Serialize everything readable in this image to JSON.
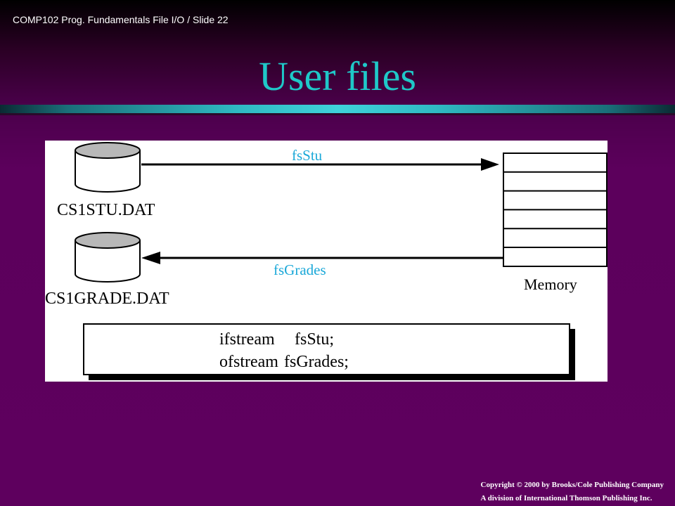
{
  "slide": {
    "header": "COMP102 Prog. Fundamentals File I/O / Slide 22",
    "title": "User files"
  },
  "diagram": {
    "input_file": "CS1STU.DAT",
    "output_file": "CS1GRADE.DAT",
    "input_stream": "fsStu",
    "output_stream": "fsGrades",
    "memory_label": "Memory",
    "code_line_1_keyword": "ifstream",
    "code_line_1_name": "fsStu;",
    "code_line_2_keyword": "ofstream",
    "code_line_2_name": "fsGrades;"
  },
  "footer": {
    "copyright_line_1": "Copyright © 2000 by Brooks/Cole Publishing Company",
    "copyright_line_2": "A division of International Thomson Publishing Inc."
  },
  "colors": {
    "title": "#1fc8c8",
    "stream_label": "#1aa8d8",
    "background": "#5e005e"
  }
}
